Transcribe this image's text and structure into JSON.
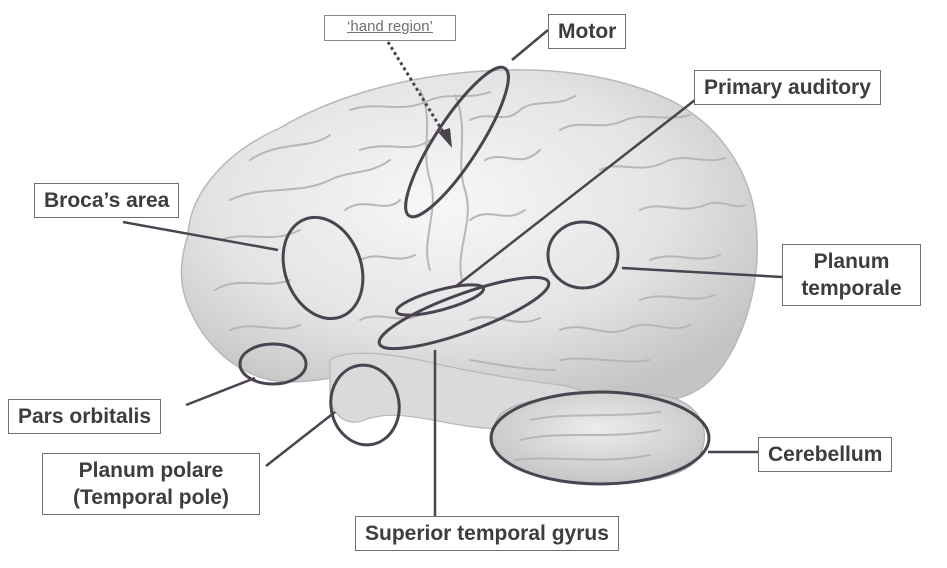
{
  "labels": {
    "hand_region": "‘hand region’",
    "motor": "Motor",
    "primary_auditory": "Primary auditory",
    "brocas_area": "Broca’s area",
    "planum_temporale": [
      "Planum",
      "temporale"
    ],
    "pars_orbitalis": "Pars orbitalis",
    "planum_polare": [
      "Planum polare",
      "(Temporal pole)"
    ],
    "cerebellum": "Cerebellum",
    "superior_temporal_gyrus": "Superior temporal gyrus"
  },
  "colors": {
    "brain_fill": "#e6e6e6",
    "brain_shadow": "#bdbdbd",
    "outline": "#4b4450",
    "label_text": "#3d3d3d",
    "leader_line": "#4b4450"
  }
}
